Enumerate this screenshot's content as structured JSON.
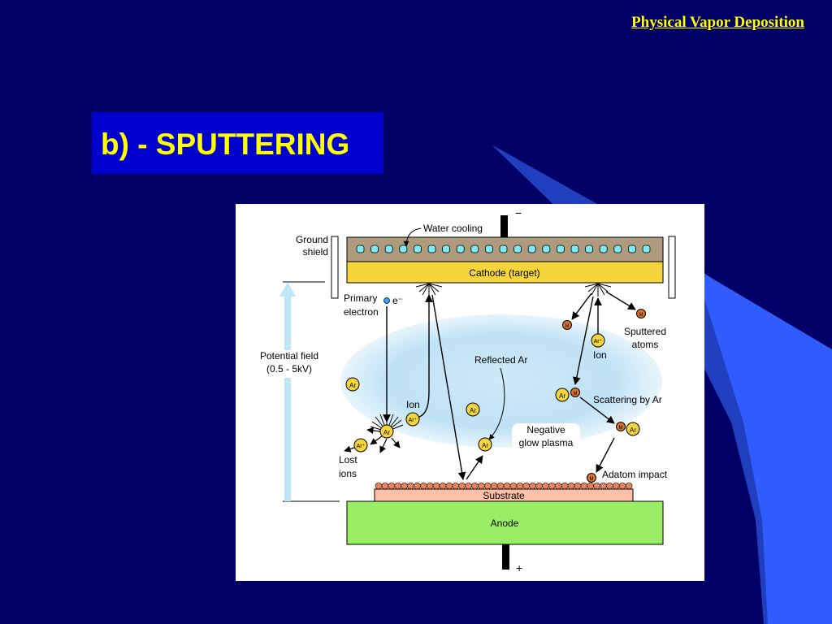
{
  "slide": {
    "header": "Physical Vapor Deposition",
    "title": "b) - SPUTTERING"
  },
  "diagram": {
    "water_cooling": "Water cooling",
    "ground_shield_1": "Ground",
    "ground_shield_2": "shield",
    "cathode": "Cathode (target)",
    "minus_sign": "−",
    "plus_sign": "+",
    "primary_electron_1": "Primary",
    "primary_electron_2": "electron",
    "electron_symbol": "e⁻",
    "potential_field_1": "Potential field",
    "potential_field_2": "(0.5 - 5kV)",
    "ion_left": "Ion",
    "ion_right": "Ion",
    "reflected_ar": "Reflected Ar",
    "sputtered_atoms_1": "Sputtered",
    "sputtered_atoms_2": "atoms",
    "scattering_by_ar": "Scattering by Ar",
    "negative_glow_1": "Negative",
    "negative_glow_2": "glow plasma",
    "lost_ions_1": "Lost",
    "lost_ions_2": "ions",
    "adatom_impact": "Adatom impact",
    "substrate": "Substrate",
    "anode": "Anode",
    "ar_label": "Ar",
    "ar_ion_label": "Ar⁺",
    "metal_label": "M"
  }
}
